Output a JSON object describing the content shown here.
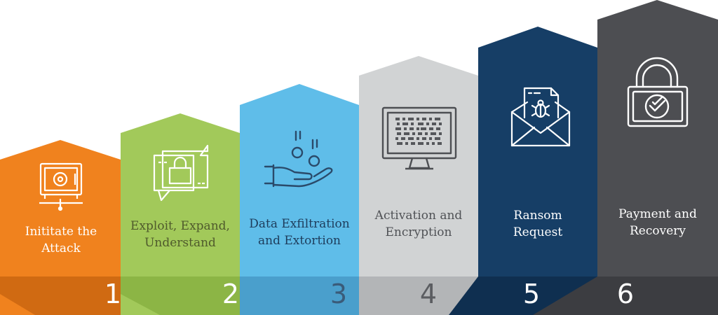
{
  "steps": [
    {
      "number": "1",
      "label": "Inititate the\nAttack",
      "icon": "safe-icon",
      "color": "#f0821e",
      "shade": "#d06a12",
      "text_color": "#ffffff",
      "number_color": "#ffffff"
    },
    {
      "number": "2",
      "label": "Exploit, Expand,\nUnderstand",
      "icon": "chat-lock-icon",
      "color": "#a2c95a",
      "shade": "#8cb545",
      "text_color": "#4f5a2c",
      "number_color": "#ffffff"
    },
    {
      "number": "3",
      "label": "Data Exfiltration\nand Extortion",
      "icon": "hand-coins-icon",
      "color": "#5fbde9",
      "shade": "#4a9fcc",
      "text_color": "#1e3d5c",
      "number_color": "#3a5b79"
    },
    {
      "number": "4",
      "label": "Activation and\nEncryption",
      "icon": "encrypted-monitor-icon",
      "color": "#d1d3d4",
      "shade": "#b3b5b7",
      "text_color": "#505256",
      "number_color": "#5b5d61"
    },
    {
      "number": "5",
      "label": "Ransom\nRequest",
      "icon": "malware-envelope-icon",
      "color": "#163e66",
      "shade": "#0f2f50",
      "text_color": "#ffffff",
      "number_color": "#ffffff"
    },
    {
      "number": "6",
      "label": "Payment and\nRecovery",
      "icon": "padlock-check-icon",
      "color": "#4d4e52",
      "shade": "#3c3d41",
      "text_color": "#ffffff",
      "number_color": "#ffffff"
    }
  ]
}
